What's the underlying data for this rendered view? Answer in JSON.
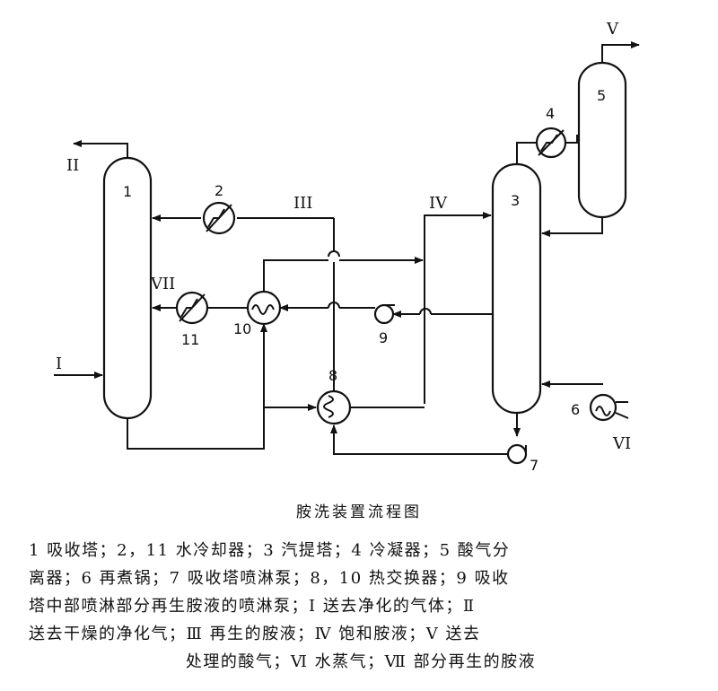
{
  "diagram": {
    "equipment": [
      {
        "id": "1"
      },
      {
        "id": "2"
      },
      {
        "id": "3"
      },
      {
        "id": "4"
      },
      {
        "id": "5"
      },
      {
        "id": "6"
      },
      {
        "id": "7"
      },
      {
        "id": "8"
      },
      {
        "id": "9"
      },
      {
        "id": "10"
      },
      {
        "id": "11"
      }
    ],
    "streams": [
      {
        "id": "I"
      },
      {
        "id": "II"
      },
      {
        "id": "III"
      },
      {
        "id": "IV"
      },
      {
        "id": "V"
      },
      {
        "id": "VI"
      },
      {
        "id": "VII"
      }
    ]
  },
  "caption": "胺洗装置流程图",
  "legend_lines": [
    "1 吸收塔；2，11 水冷却器；3 汽提塔；4 冷凝器；5 酸气分",
    "离器；6 再煮锅；7 吸收塔喷淋泵；8，10 热交换器；9 吸收",
    "塔中部喷淋部分再生胺液的喷淋泵；Ⅰ 送去净化的气体；Ⅱ",
    "送去干燥的净化气；Ⅲ 再生的胺液；Ⅳ 饱和胺液；Ⅴ 送去",
    "处理的酸气；Ⅵ 水蒸气；Ⅶ 部分再生的胺液"
  ]
}
